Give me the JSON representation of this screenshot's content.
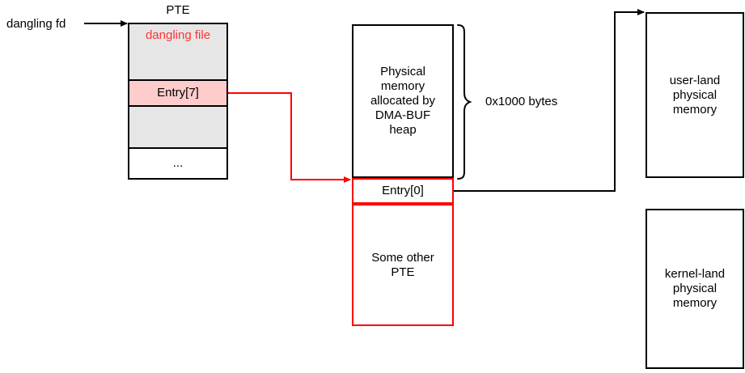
{
  "diagram": {
    "title_pte": "PTE",
    "colors": {
      "red": "#ff0000",
      "red_text": "#ff3333",
      "black": "#000000",
      "row_grey": "#e6e6e6",
      "row_pink": "#ffcccc",
      "background": "#ffffff"
    },
    "labels": {
      "dangling_fd": "dangling fd",
      "size_annotation": "0x1000 bytes"
    },
    "pte_table": {
      "caption": "PTE",
      "rows": [
        {
          "label": "dangling file",
          "style": "grey",
          "text_color": "red"
        },
        {
          "label": "Entry[7]",
          "style": "pink",
          "text_color": "black"
        },
        {
          "label": "",
          "style": "grey",
          "text_color": "black"
        },
        {
          "label": "...",
          "style": "white",
          "text_color": "black"
        }
      ]
    },
    "middle_stack": {
      "physical_memory": "Physical\nmemory\nallocated by\nDMA-BUF\nheap",
      "entry0": "Entry[0]",
      "some_other_pte": "Some other\nPTE"
    },
    "right_boxes": [
      {
        "label": "user-land\nphysical\nmemory"
      },
      {
        "label": "kernel-land\nphysical\nmemory"
      }
    ]
  }
}
